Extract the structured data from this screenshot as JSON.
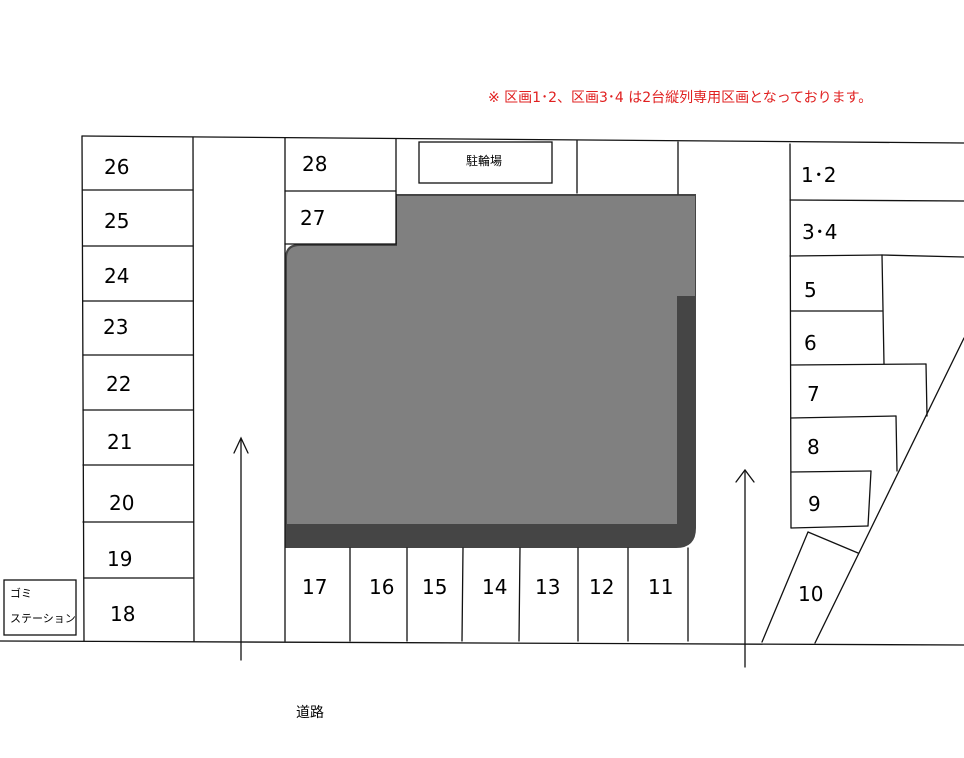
{
  "notice": "※ 区画1･2、区画3･4 は2台縦列専用区画となっております。",
  "bicycle_parking": "駐輪場",
  "garbage_station": [
    "ゴミ",
    "ステーション"
  ],
  "road": "道路",
  "spaces": {
    "s1_2": "1･2",
    "s3_4": "3･4",
    "s5": "5",
    "s6": "6",
    "s7": "7",
    "s8": "8",
    "s9": "9",
    "s10": "10",
    "s11": "11",
    "s12": "12",
    "s13": "13",
    "s14": "14",
    "s15": "15",
    "s16": "16",
    "s17": "17",
    "s18": "18",
    "s19": "19",
    "s20": "20",
    "s21": "21",
    "s22": "22",
    "s23": "23",
    "s24": "24",
    "s25": "25",
    "s26": "26",
    "s27": "27",
    "s28": "28"
  },
  "colors": {
    "notice": "#e02020",
    "building": "#808080",
    "building_edge": "#454545",
    "lines": "#111111"
  }
}
